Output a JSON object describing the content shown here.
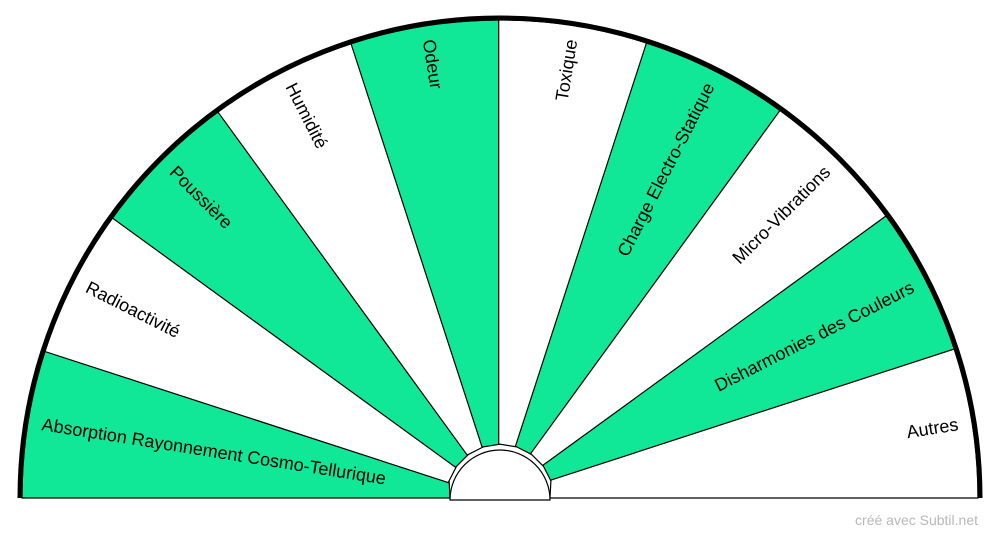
{
  "segments": [
    {
      "label": "Absorption Rayonnement Cosmo-Tellurique",
      "fill": "#11e897"
    },
    {
      "label": "Radioactivité",
      "fill": "#ffffff"
    },
    {
      "label": "Poussière",
      "fill": "#11e897"
    },
    {
      "label": "Humidité",
      "fill": "#ffffff"
    },
    {
      "label": "Odeur",
      "fill": "#11e897"
    },
    {
      "label": "Toxique",
      "fill": "#ffffff"
    },
    {
      "label": "Charge Electro-Statique",
      "fill": "#11e897"
    },
    {
      "label": "Micro-Vibrations",
      "fill": "#ffffff"
    },
    {
      "label": "Disharmonies des Couleurs",
      "fill": "#11e897"
    },
    {
      "label": "Autres",
      "fill": "#ffffff"
    }
  ],
  "colors": {
    "accent": "#11e897",
    "outline": "#000000",
    "credit": "#b8b8b8"
  },
  "credit": "créé avec Subtil.net"
}
